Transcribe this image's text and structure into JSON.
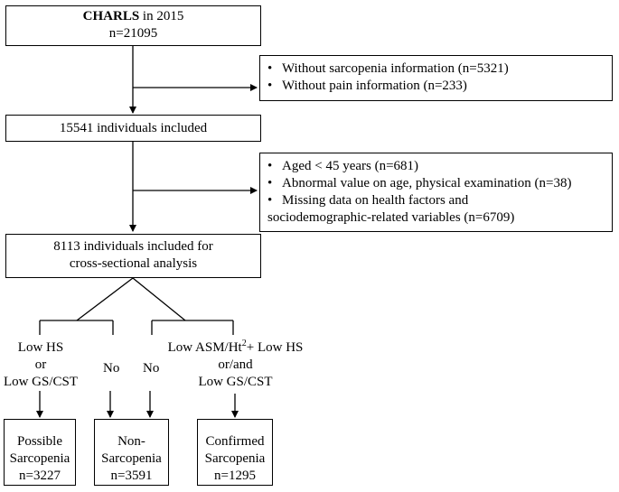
{
  "start": {
    "source": "CHARLS",
    "source_suffix": " in 2015",
    "n": "n=21095"
  },
  "exclusion1": {
    "items": [
      "Without sarcopenia information (n=5321)",
      "Without pain information (n=233)"
    ]
  },
  "step2": {
    "label": "15541 individuals included"
  },
  "exclusion2": {
    "items": [
      "Aged < 45 years (n=681)",
      "Abnormal value on age, physical examination (n=38)",
      "Missing data on health factors and",
      "sociodemographic-related variables (n=6709)"
    ]
  },
  "step3": {
    "line1": "8113 individuals included for",
    "line2": "cross-sectional analysis"
  },
  "branch_left": {
    "cond1": "Low HS",
    "cond2": "or",
    "cond3": "Low GS/CST",
    "no": "No"
  },
  "branch_right": {
    "no": "No",
    "cond1_pre": "Low ASM/Ht",
    "cond1_sup": "2",
    "cond1_post": "+ Low HS",
    "cond2": "or/and",
    "cond3": "Low GS/CST"
  },
  "out_possible": {
    "l1": "Possible",
    "l2": "Sarcopenia",
    "n": "n=3227"
  },
  "out_non": {
    "l1": "Non-",
    "l2": "Sarcopenia",
    "n": "n=3591"
  },
  "out_confirmed": {
    "l1": "Confirmed",
    "l2": "Sarcopenia",
    "n": "n=1295"
  }
}
